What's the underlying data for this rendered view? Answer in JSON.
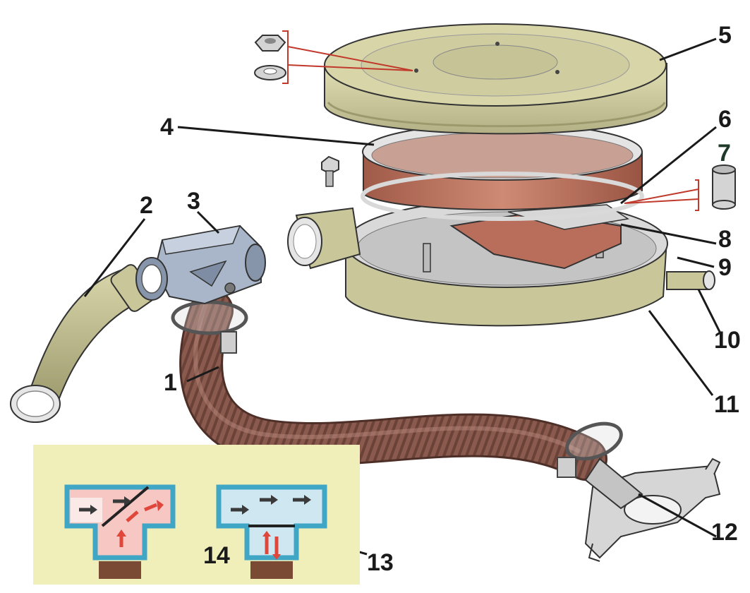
{
  "callouts": {
    "c1": "1",
    "c2": "2",
    "c3": "3",
    "c4": "4",
    "c5": "5",
    "c6": "6",
    "c7": "7",
    "c8": "8",
    "c9": "9",
    "c10": "10",
    "c11": "11",
    "c12": "12",
    "c13": "13",
    "c14": "14"
  },
  "colors": {
    "housing": "#c9c79a",
    "housing_dark": "#8f8d62",
    "filter_element": "#b86e5b",
    "hose": "#8a5a4e",
    "valve_body": "#a9b6c9",
    "inset_background": "#f1efb9",
    "flow_cold": "#3a3a3a",
    "flow_hot": "#e0463a",
    "callout_line": "#1a1a1a",
    "hardware_line": "#c0392b"
  }
}
